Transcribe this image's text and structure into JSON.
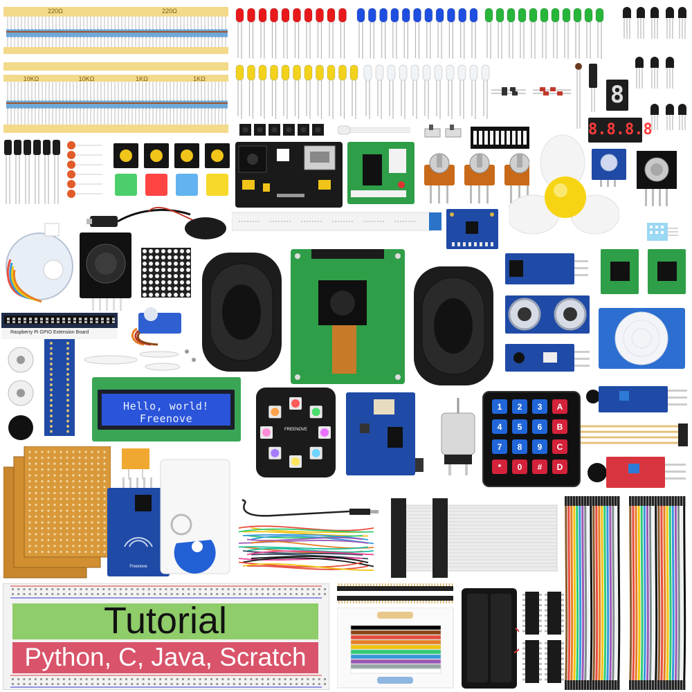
{
  "resistor_labels": {
    "r220_a": "220Ω",
    "r220_b": "220Ω",
    "r10k_a": "10KΩ",
    "r10k_b": "10KΩ",
    "r1k_a": "1KΩ",
    "r1k_b": "1KΩ"
  },
  "lcd": {
    "line1": "Hello, world!",
    "line2": "Freenove"
  },
  "keypad": [
    "1",
    "2",
    "3",
    "A",
    "4",
    "5",
    "6",
    "B",
    "7",
    "8",
    "9",
    "C",
    "*",
    "0",
    "#",
    "D"
  ],
  "seven_segment": {
    "single": "8",
    "quad": "8.8.8.8"
  },
  "gpio_board": {
    "title": "Raspberry Pi GPIO Extension Board"
  },
  "brand": {
    "rfid": "Freenove",
    "led_module": "FREENOVE"
  },
  "tutorial": {
    "title": "Tutorial",
    "languages": "Python, C, Java, Scratch"
  },
  "colors": {
    "led_red": "#e8191b",
    "led_blue": "#1f4fe0",
    "led_green": "#27b53a",
    "led_yellow": "#f2d21c",
    "pcb_blue": "#1f4aa6",
    "pcb_green": "#2f9e48",
    "tutorial_green": "#8fcc6a",
    "tutorial_red": "#d9536a"
  }
}
